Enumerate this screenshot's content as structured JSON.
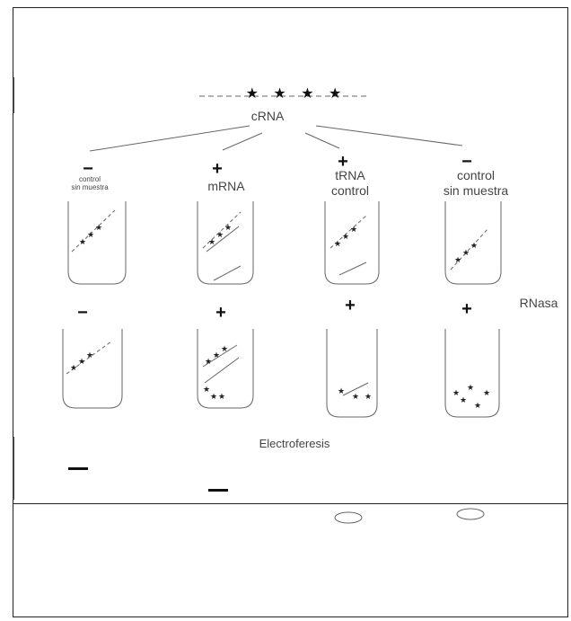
{
  "probe_label": "cRNA",
  "lanes": [
    {
      "sign": "−",
      "label_line1": "control",
      "label_line2": "sin muestra"
    },
    {
      "sign": "+",
      "label_line1": "mRNA",
      "label_line2": ""
    },
    {
      "sign": "+",
      "label_line1": "tRNA",
      "label_line2": "control"
    },
    {
      "sign": "−",
      "label_line1": "control",
      "label_line2": "sin muestra"
    }
  ],
  "rnase_label": "RNasa",
  "rnase_signs": [
    "−",
    "+",
    "+",
    "+"
  ],
  "electrophoresis_label": "Electroferesis",
  "stars": "★ ★ ★ ★"
}
